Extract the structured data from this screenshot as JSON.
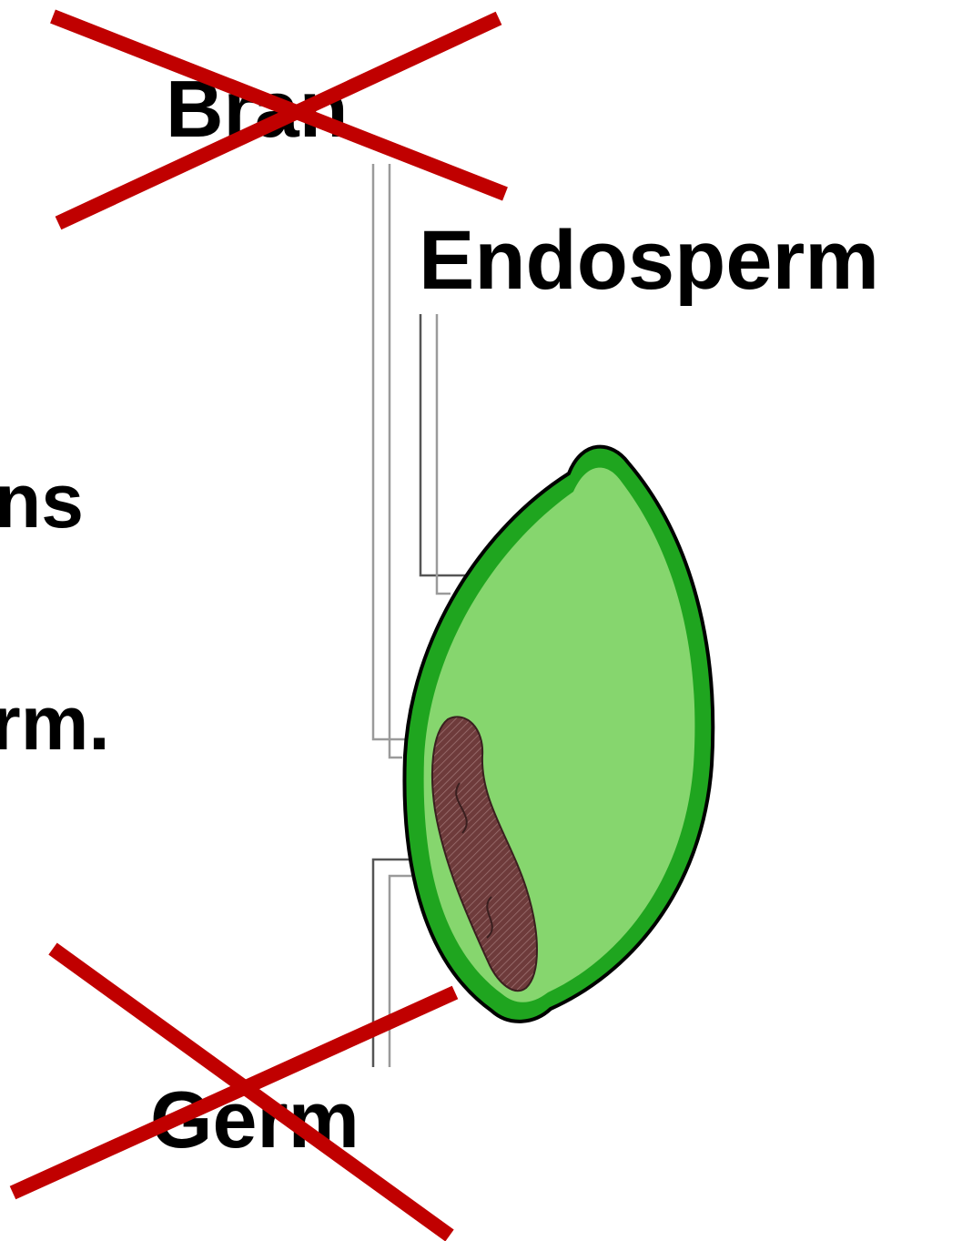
{
  "labels": {
    "bran": "Bran",
    "endosperm": "Endosperm",
    "germ": "Germ"
  },
  "cut_off_text": [
    "ns",
    "rm."
  ],
  "crossed_out": [
    "Bran",
    "Germ"
  ],
  "colors": {
    "cross": "#c00000",
    "seed_outer": "#1fa51f",
    "seed_inner": "#86d66e",
    "germ_fill": "#6e3b3b",
    "leader_line": "#9a9a9a"
  }
}
